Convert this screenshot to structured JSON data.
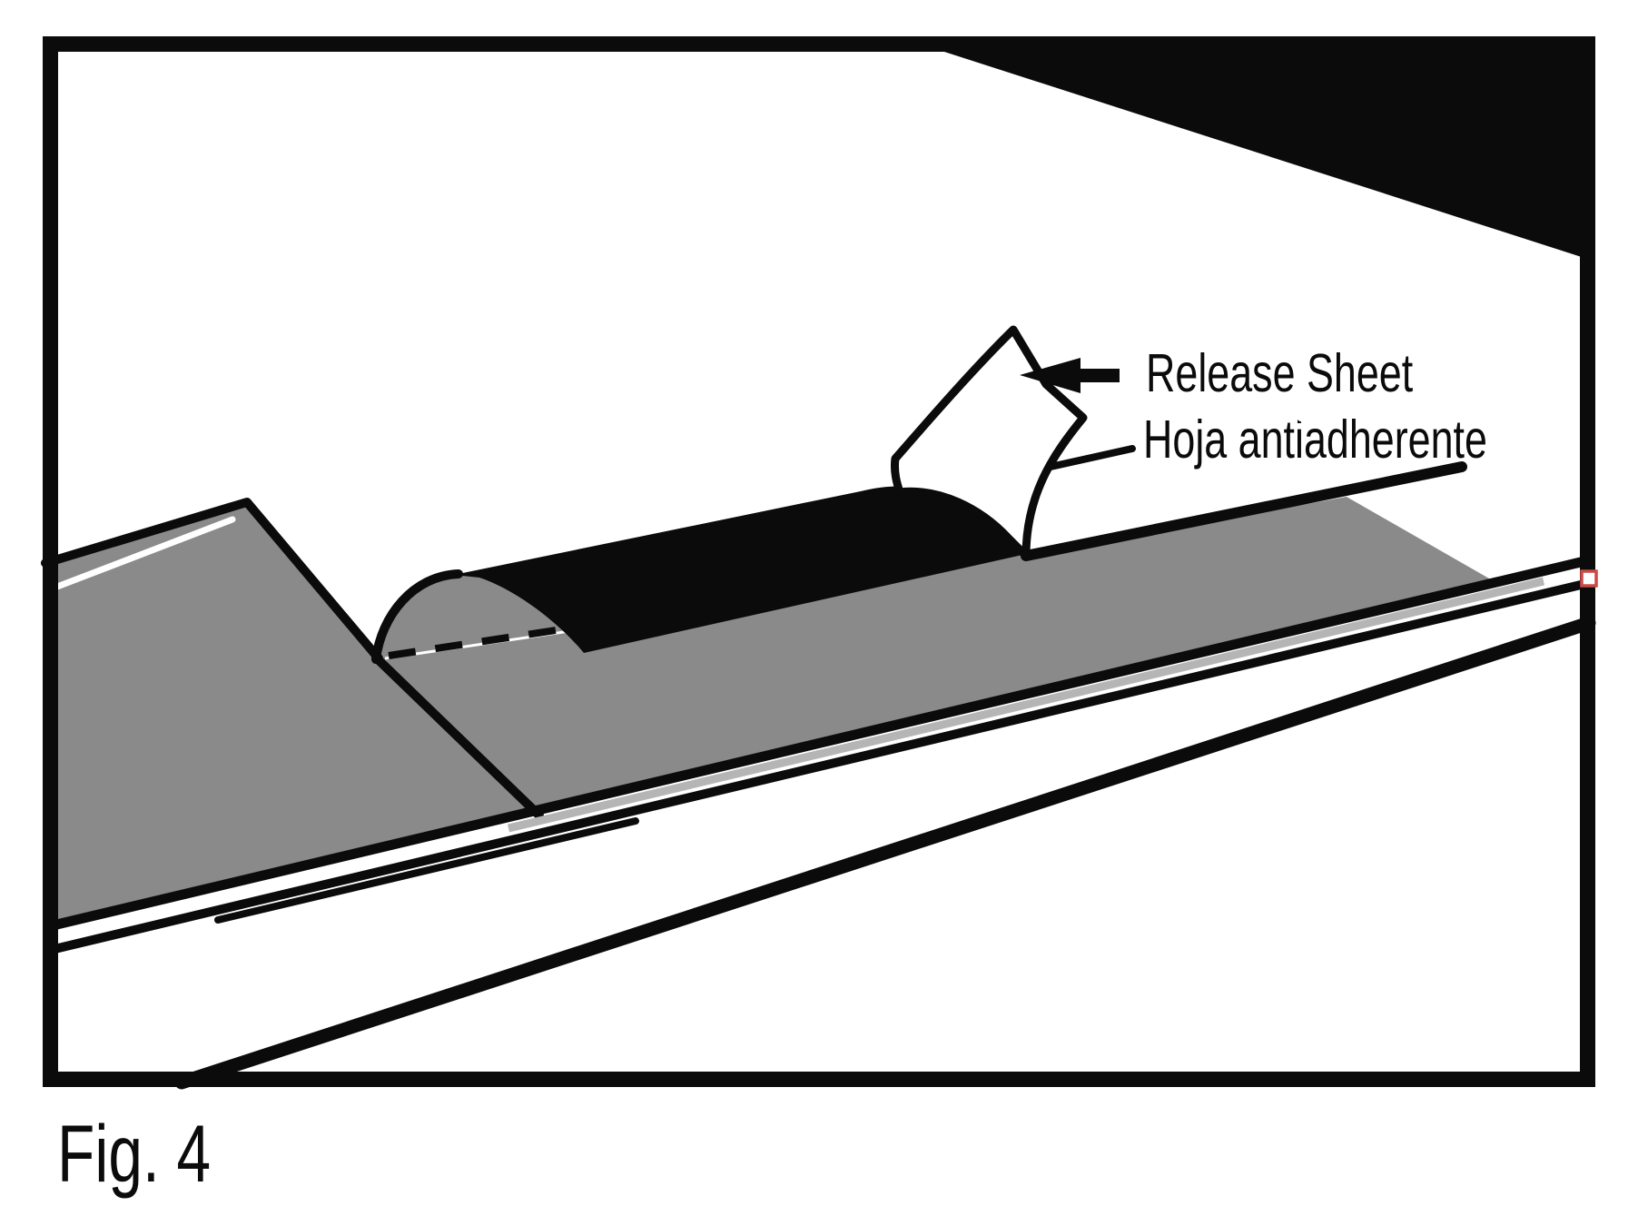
{
  "figure": {
    "caption": "Fig. 4",
    "label_en": "Release Sheet",
    "label_es": "Hoja antiadherente"
  },
  "colors": {
    "background": "#ffffff",
    "ink": "#0b0b0b",
    "roof_gray": "#8a8a8a",
    "edge_light_gray": "#b5b5b5",
    "sheet_white": "#ffffff",
    "handle_red": "#c94a46"
  }
}
